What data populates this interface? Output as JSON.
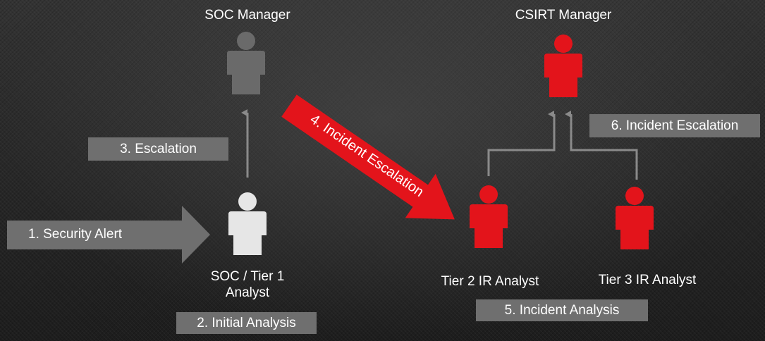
{
  "roles": {
    "soc_manager": "SOC Manager",
    "csirt_manager": "CSIRT Manager",
    "soc_tier1": [
      "SOC / Tier 1",
      "Analyst"
    ],
    "tier2": "Tier 2 IR Analyst",
    "tier3": "Tier 3 IR Analyst"
  },
  "steps": {
    "security_alert": "1. Security Alert",
    "initial_analysis": "2. Initial Analysis",
    "escalation": "3. Escalation",
    "incident_escalation_diag": "4. Incident Escalation",
    "incident_analysis": "5. Incident Analysis",
    "incident_escalation": "6. Incident Escalation"
  },
  "colors": {
    "red": "#e3141b",
    "gray_person": "#6a6a6a",
    "light_person": "#e6e6e6",
    "box_fill": "#6f6f6f",
    "connector": "#8a8a8a",
    "text": "#ffffff"
  },
  "icons": [
    "person-icon",
    "arrow-right-icon",
    "arrow-up-icon"
  ]
}
